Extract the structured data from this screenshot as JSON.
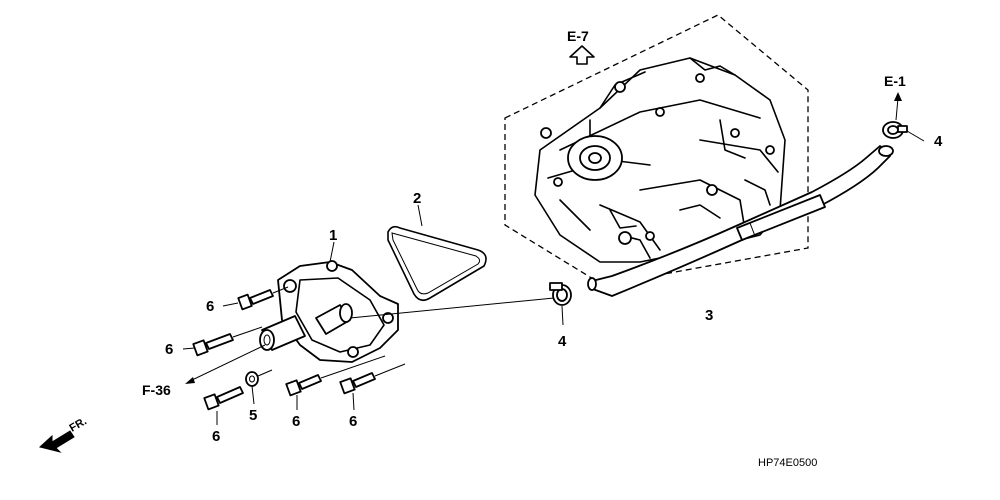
{
  "labels": {
    "ref_e7": "E-7",
    "ref_e1": "E-1",
    "ref_f36": "F-36",
    "fr": "FR.",
    "diagram_code": "HP74E0500",
    "part_1": "1",
    "part_2": "2",
    "part_3": "3",
    "part_4_top": "4",
    "part_4_bottom": "4",
    "part_5": "5",
    "part_6_a": "6",
    "part_6_b": "6",
    "part_6_c": "6",
    "part_6_d": "6",
    "part_6_e": "6"
  },
  "icons": {
    "direction_arrow": "arrow-up-outline-icon",
    "front_arrow": "front-direction-arrow-icon"
  }
}
